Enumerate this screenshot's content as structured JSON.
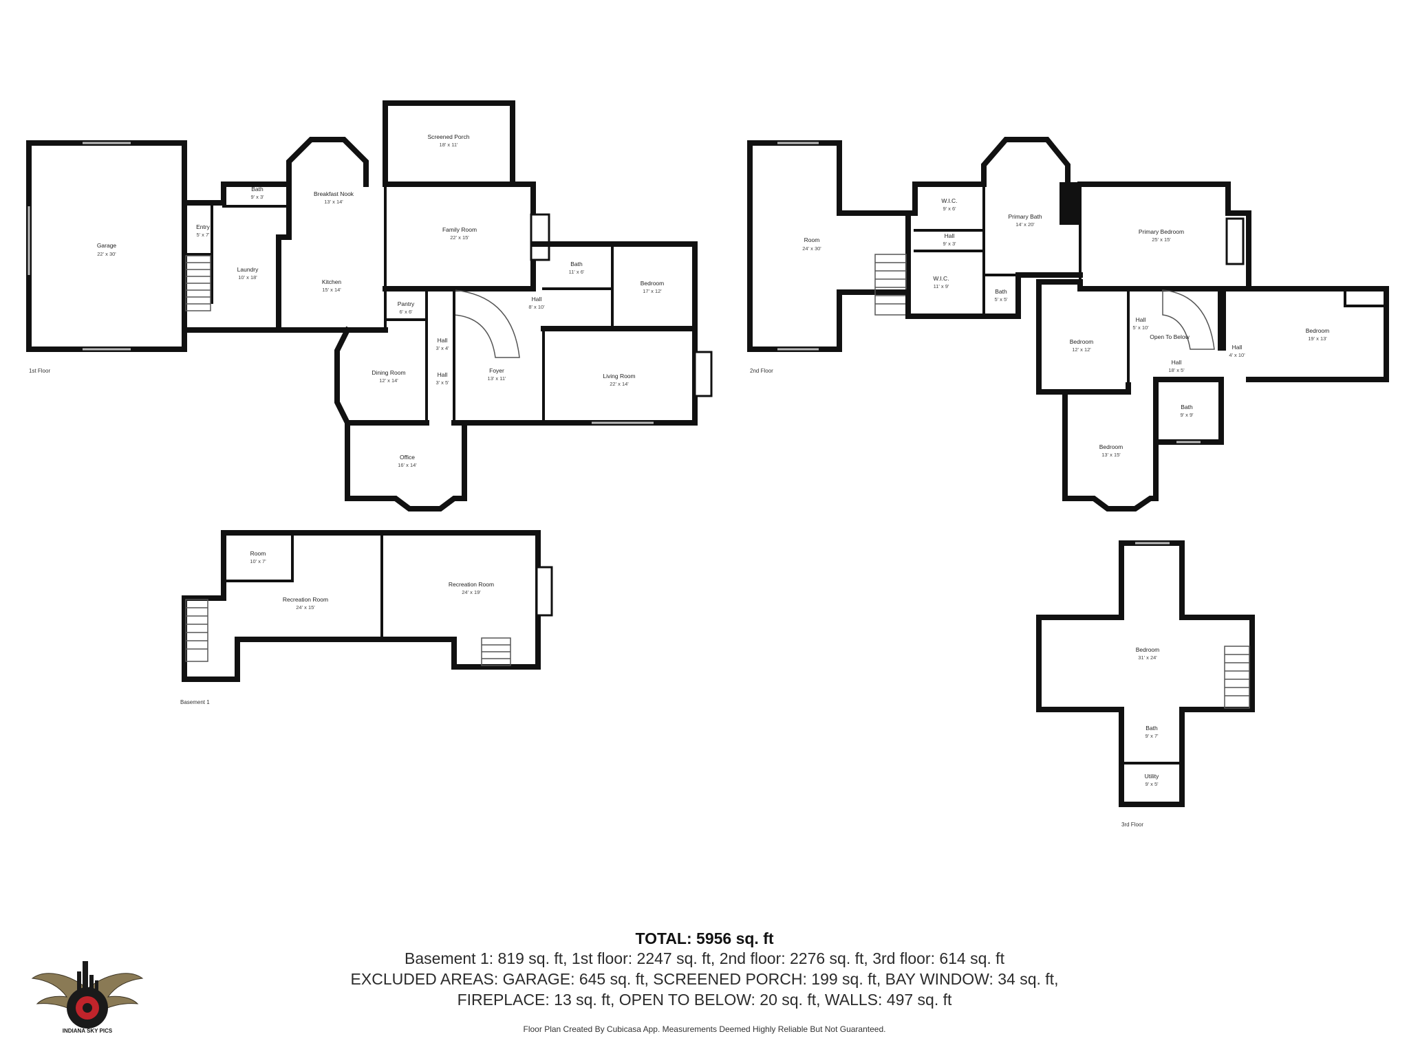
{
  "floors": {
    "first": "1st Floor",
    "second": "2nd Floor",
    "basement": "Basement 1",
    "third": "3rd Floor"
  },
  "rooms": {
    "garage": {
      "name": "Garage",
      "dim": "22' x 30'"
    },
    "entry": {
      "name": "Entry",
      "dim": "5' x 7'"
    },
    "bath_1a": {
      "name": "Bath",
      "dim": "9' x 3'"
    },
    "laundry": {
      "name": "Laundry",
      "dim": "10' x 18'"
    },
    "breakfast": {
      "name": "Breakfast Nook",
      "dim": "13' x 14'"
    },
    "kitchen": {
      "name": "Kitchen",
      "dim": "15' x 14'"
    },
    "screened_porch": {
      "name": "Screened Porch",
      "dim": "18' x 11'"
    },
    "family_room": {
      "name": "Family Room",
      "dim": "22' x 15'"
    },
    "bath_1b": {
      "name": "Bath",
      "dim": "11' x 6'"
    },
    "bedroom_1": {
      "name": "Bedroom",
      "dim": "17' x 12'"
    },
    "pantry": {
      "name": "Pantry",
      "dim": "6' x 6'"
    },
    "hall_1a": {
      "name": "Hall",
      "dim": "8' x 10'"
    },
    "hall_1b": {
      "name": "Hall",
      "dim": "3' x 4'"
    },
    "hall_1c": {
      "name": "Hall",
      "dim": "3' x 5'"
    },
    "dining": {
      "name": "Dining Room",
      "dim": "12' x 14'"
    },
    "foyer": {
      "name": "Foyer",
      "dim": "13' x 11'"
    },
    "living": {
      "name": "Living Room",
      "dim": "22' x 14'"
    },
    "office": {
      "name": "Office",
      "dim": "16' x 14'"
    },
    "room_2": {
      "name": "Room",
      "dim": "24' x 30'"
    },
    "wic_a": {
      "name": "W.I.C.",
      "dim": "9' x 6'"
    },
    "hall_2a": {
      "name": "Hall",
      "dim": "9' x 3'"
    },
    "primary_bath": {
      "name": "Primary Bath",
      "dim": "14' x 20'"
    },
    "primary_bed": {
      "name": "Primary Bedroom",
      "dim": "25' x 15'"
    },
    "wic_b": {
      "name": "W.I.C.",
      "dim": "11' x 9'"
    },
    "bath_2a": {
      "name": "Bath",
      "dim": "5' x 5'"
    },
    "bedroom_2a": {
      "name": "Bedroom",
      "dim": "12' x 12'"
    },
    "hall_2b": {
      "name": "Hall",
      "dim": "5' x 10'"
    },
    "open_below": {
      "name": "Open To Below",
      "dim": ""
    },
    "hall_2c": {
      "name": "Hall",
      "dim": "4' x 10'"
    },
    "hall_2d": {
      "name": "Hall",
      "dim": "18' x 5'"
    },
    "bedroom_2b": {
      "name": "Bedroom",
      "dim": "19' x 13'"
    },
    "bath_2b": {
      "name": "Bath",
      "dim": "9' x 9'"
    },
    "bedroom_2c": {
      "name": "Bedroom",
      "dim": "13' x 15'"
    },
    "room_b": {
      "name": "Room",
      "dim": "10' x 7'"
    },
    "rec_a": {
      "name": "Recreation Room",
      "dim": "24' x 15'"
    },
    "rec_b": {
      "name": "Recreation Room",
      "dim": "24' x 19'"
    },
    "bedroom_3": {
      "name": "Bedroom",
      "dim": "31' x 24'"
    },
    "bath_3": {
      "name": "Bath",
      "dim": "9' x 7'"
    },
    "utility": {
      "name": "Utility",
      "dim": "9' x 5'"
    }
  },
  "summary": {
    "total": "TOTAL: 5956 sq. ft",
    "line1": "Basement 1: 819 sq. ft, 1st floor: 2247 sq. ft, 2nd floor: 2276 sq. ft, 3rd floor: 614 sq. ft",
    "line2": "EXCLUDED AREAS: GARAGE: 645 sq. ft, SCREENED PORCH: 199 sq. ft, BAY WINDOW: 34 sq. ft,",
    "line3": "FIREPLACE: 13 sq. ft, OPEN TO BELOW: 20 sq. ft, WALLS: 497 sq. ft",
    "disclaimer": "Floor Plan Created By Cubicasa App. Measurements Deemed Highly Reliable But Not Guaranteed."
  },
  "logo": {
    "text": "INDIANA SKY PICS",
    "colors": {
      "wing": "#8a7a55",
      "lens": "#c0242b",
      "dark": "#1a1a1a"
    }
  }
}
